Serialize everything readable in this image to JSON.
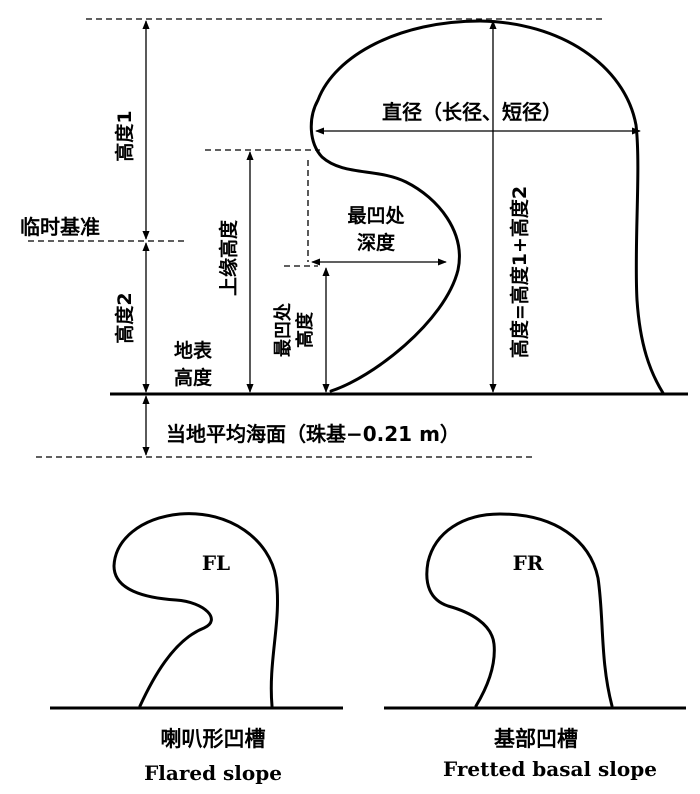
{
  "top_diagram": {
    "labels": {
      "height1": "高度1",
      "temp_datum": "临时基准",
      "height2": "高度2",
      "surface_height": [
        "地表",
        "高度"
      ],
      "upper_edge_height": "上缘高度",
      "deepest_notch_height": [
        "最凹处",
        "高度"
      ],
      "deepest_notch_depth": [
        "最凹处",
        "深度"
      ],
      "diameter": "直径（长径、短径）",
      "total_height": "高度=高度1+高度2",
      "mean_sea_level": "当地平均海面（珠基−0.21 m）"
    }
  },
  "bottom_left": {
    "code": "FL",
    "name_zh": "喇叭形凹槽",
    "name_en": "Flared slope"
  },
  "bottom_right": {
    "code": "FR",
    "name_zh": "基部凹槽",
    "name_en": "Fretted basal slope"
  }
}
